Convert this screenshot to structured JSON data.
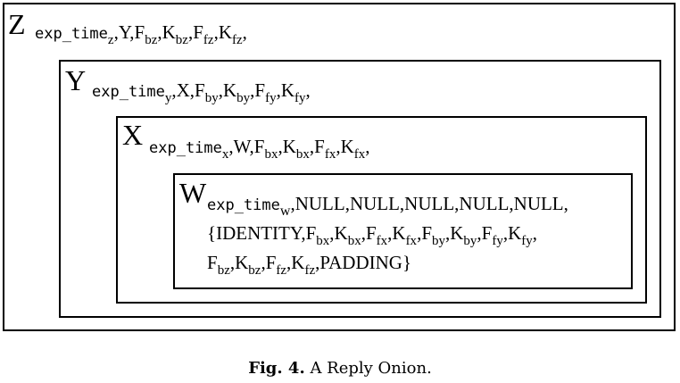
{
  "layers": {
    "z": {
      "letter": "Z",
      "exp": "exp_time",
      "exp_sub": "z",
      "rest": [
        ",Y,F",
        "bz",
        ",K",
        "bz",
        ",F",
        "fz",
        ",K",
        "fz",
        ","
      ]
    },
    "y": {
      "letter": "Y",
      "exp": "exp_time",
      "exp_sub": "y",
      "rest": [
        ",X,F",
        "by",
        ",K",
        "by",
        ",F",
        "fy",
        ",K",
        "fy",
        ","
      ]
    },
    "x": {
      "letter": "X",
      "exp": "exp_time",
      "exp_sub": "x",
      "rest": [
        ",W,F",
        "bx",
        ",K",
        "bx",
        ",F",
        "fx",
        ",K",
        "fx",
        ","
      ]
    },
    "w": {
      "letter": "W",
      "exp": "exp_time",
      "exp_sub": "w",
      "line1_rest": ",NULL,NULL,NULL,NULL,NULL,",
      "line2": [
        "{IDENTITY,F",
        "bx",
        ",K",
        "bx",
        ",F",
        "fx",
        ",K",
        "fx",
        ",F",
        "by",
        ",K",
        "by",
        ",F",
        "fy",
        ",K",
        "fy",
        ","
      ],
      "line3": [
        "F",
        "bz",
        ",K",
        "bz",
        ",F",
        "fz",
        ",K",
        "fz",
        ",PADDING}"
      ]
    }
  },
  "caption": {
    "label": "Fig. 4.",
    "text": "A Reply Onion."
  }
}
